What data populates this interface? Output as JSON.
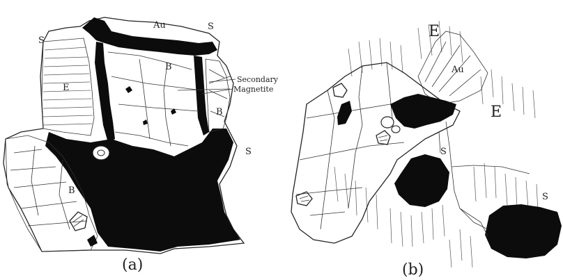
{
  "figure_a": {
    "labels": {
      "au": "Au",
      "s_top": "S",
      "s_left": "S",
      "s_right": "S",
      "b_center": "B",
      "b_right": "B",
      "b_lower": "B",
      "e": "E",
      "secondary": "Secondary",
      "magnetite": "Magnetite"
    },
    "caption": "(a)"
  },
  "figure_b": {
    "labels": {
      "e_top": "E",
      "au": "Au",
      "e_right": "E",
      "s_middle": "S",
      "s_lower": "S"
    },
    "caption": "(b)"
  }
}
